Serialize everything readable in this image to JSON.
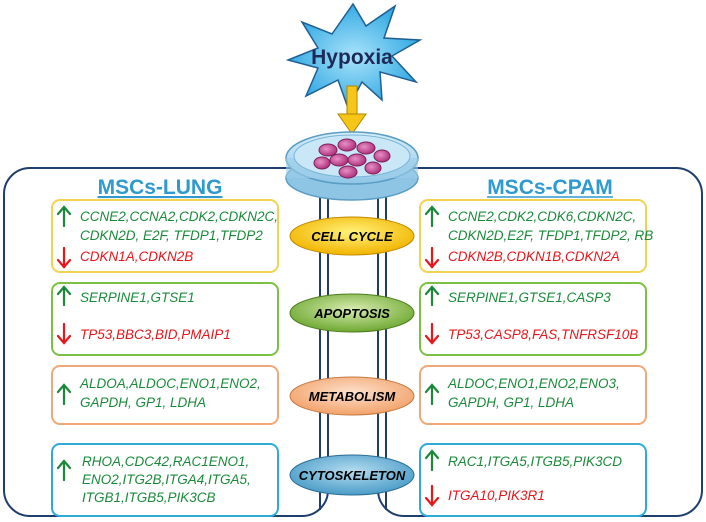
{
  "hypoxia_label": "Hypoxia",
  "left_panel": {
    "title": "MSCs-LUNG",
    "cell_cycle": {
      "up": [
        "CCNE2,CCNA2,CDK2,CDKN2C,",
        "CDKN2D, E2F, TFDP1,TFDP2"
      ],
      "down": [
        "CDKN1A,CDKN2B"
      ]
    },
    "apoptosis": {
      "up": [
        "SERPINE1,GTSE1"
      ],
      "down": [
        "TP53,BBC3,BID,PMAIP1"
      ]
    },
    "metabolism": {
      "up": [
        "ALDOA,ALDOC,ENO1,ENO2,",
        "GAPDH, GP1, LDHA"
      ]
    },
    "cytoskeleton": {
      "up": [
        "RHOA,CDC42,RAC1ENO1,",
        "ENO2,ITG2B,ITGA4,ITGA5,",
        "ITGB1,ITGB5,PIK3CB"
      ]
    }
  },
  "right_panel": {
    "title": "MSCs-CPAM",
    "cell_cycle": {
      "up": [
        "CCNE2,CDK2,CDK6,CDKN2C,",
        "CDKN2D,E2F, TFDP1,TFDP2, RB"
      ],
      "down": [
        "CDKN2B,CDKN1B,CDKN2A"
      ]
    },
    "apoptosis": {
      "up": [
        "SERPINE1,GTSE1,CASP3"
      ],
      "down": [
        "TP53,CASP8,FAS,TNFRSF10B"
      ]
    },
    "metabolism": {
      "up": [
        "ALDOC,ENO1,ENO2,ENO3,",
        "GAPDH, GP1, LDHA"
      ]
    },
    "cytoskeleton": {
      "up": [
        "RAC1,ITGA5,ITGB5,PIK3CD"
      ],
      "down": [
        "ITGA10,PIK3R1"
      ]
    }
  },
  "categories": {
    "cell_cycle": "CELL CYCLE",
    "apoptosis": "APOPTOSIS",
    "metabolism": "METABOLISM",
    "cytoskeleton": "CYTOSKELETON"
  },
  "colors": {
    "upregulated": "#1a8a3a",
    "downregulated": "#e8151b",
    "cell_cycle_border": "#f2d34f",
    "apoptosis_border": "#7cc242",
    "metabolism_border": "#f0a878",
    "cytoskeleton_border": "#2fa8dc",
    "panel_title": "#2e9ad0"
  },
  "icons": {
    "up_arrow": "up-arrow-icon",
    "down_arrow": "down-arrow-icon",
    "hypoxia_burst": "starburst-icon",
    "petri_dish": "petri-dish-icon"
  }
}
